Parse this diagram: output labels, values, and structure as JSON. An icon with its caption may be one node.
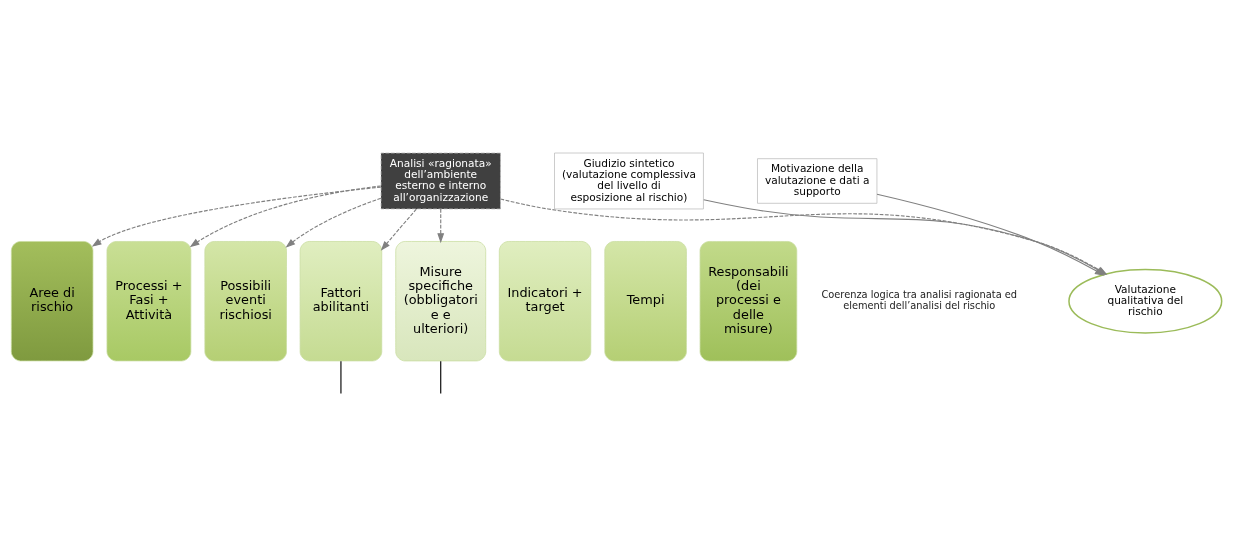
{
  "diagram": {
    "nodes": [
      {
        "text": [
          "Analisi «ragionata» dell’ambiente esterno e interno all’organizzazione"
        ]
      },
      {
        "text": [
          "Giudizio sintetico",
          "(valutazione complessiva del livello di esposizione al rischio)"
        ]
      },
      {
        "text": [
          "Motivazione della valutazione e dati a supporto"
        ]
      },
      {
        "text": [
          "Valutazione qualitativa del rischio"
        ]
      },
      {
        "text": [
          "Aree di rischio"
        ]
      },
      {
        "text": [
          "Processi + Fasi + Attività"
        ]
      },
      {
        "text": [
          "Possibili eventi rischiosi"
        ]
      },
      {
        "text": [
          "Fattori abilitanti"
        ]
      },
      {
        "text": [
          "Misure specifiche",
          "(obbligatorie e ulteriori)"
        ]
      },
      {
        "text": [
          "Indicatori + target"
        ]
      },
      {
        "text": [
          "Tempi"
        ]
      },
      {
        "text": [
          "Responsabili",
          "(dei processi e delle misure)"
        ]
      }
    ],
    "edges": [
      {
        "from": 0,
        "to": 3,
        "arrow": "to",
        "style": "dashed"
      },
      {
        "from": 0,
        "to": 4,
        "arrow": "to",
        "style": "dashed"
      },
      {
        "from": 0,
        "to": 5,
        "arrow": "to",
        "style": "dashed"
      },
      {
        "from": 0,
        "to": 6,
        "arrow": "to",
        "style": "dashed"
      },
      {
        "from": 0,
        "to": 7,
        "arrow": "to",
        "style": "dashed"
      },
      {
        "from": 0,
        "to": 8,
        "arrow": "to",
        "style": "dashed"
      },
      {
        "from": 1,
        "to": 3,
        "arrow": "to"
      },
      {
        "from": 2,
        "to": 3,
        "arrow": "to"
      },
      {
        "from": 7,
        "to": null,
        "arrow": "none",
        "color": "#000000"
      },
      {
        "from": 8,
        "to": null,
        "arrow": "none",
        "color": "#000000"
      }
    ],
    "labels": [
      "Coerenza logica tra analisi ragionata ed elementi dell’analisi del rischio"
    ]
  }
}
